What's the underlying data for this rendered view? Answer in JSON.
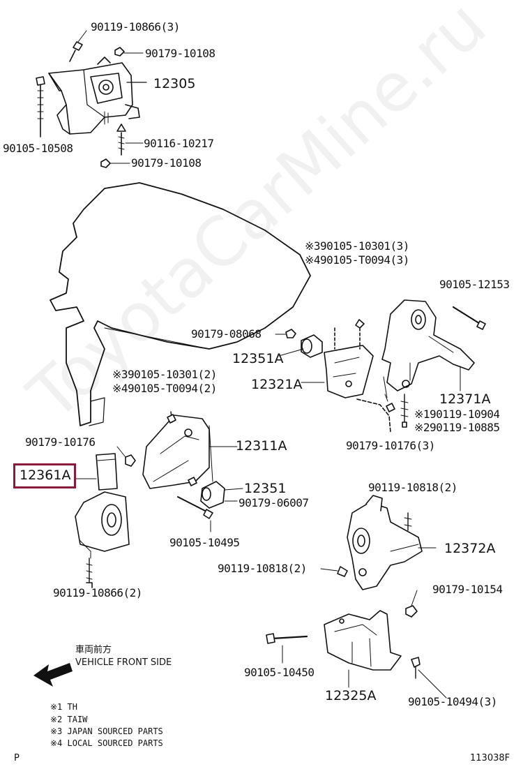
{
  "labels": {
    "p_90119_10866_3": "90119-10866(3)",
    "p_90179_10108_a": "90179-10108",
    "p_12305": "12305",
    "p_90105_10508": "90105-10508",
    "p_90116_10217": "90116-10217",
    "p_90179_10108_b": "90179-10108",
    "p_note3_top": "※390105-10301(3)",
    "p_note4_top": "※490105-T0094(3)",
    "p_90105_12153": "90105-12153",
    "p_90179_08068": "90179-08068",
    "p_12351A": "12351A",
    "p_12321A": "12321A",
    "p_12371A": "12371A",
    "p_note1": "※190119-10904",
    "p_note2": "※290119-10885",
    "p_90179_10176_3": "90179-10176(3)",
    "p_note3_mid": "※390105-10301(2)",
    "p_note4_mid": "※490105-T0094(2)",
    "p_90179_10176": "90179-10176",
    "p_12311A": "12311A",
    "p_12361A": "12361A",
    "p_12351": "12351",
    "p_90179_06007": "90179-06007",
    "p_90105_10495": "90105-10495",
    "p_90119_10818_a": "90119-10818(2)",
    "p_12372A": "12372A",
    "p_90119_10818_b": "90119-10818(2)",
    "p_90119_10866_2": "90119-10866(2)",
    "p_90179_10154": "90179-10154",
    "p_90105_10450": "90105-10450",
    "p_12325A": "12325A",
    "p_90105_10494_3": "90105-10494(3)"
  },
  "front_side": {
    "jp": "車両前方",
    "en": "VEHICLE FRONT SIDE"
  },
  "notes": [
    "※1  TH",
    "※2  TAIW",
    "※3  JAPAN SOURCED PARTS",
    "※4  LOCAL SOURCED PARTS"
  ],
  "footer": {
    "left": "P",
    "right": "113038F"
  },
  "watermark": "ToyotaCarMine.ru",
  "highlight_color": "#8b1a3a"
}
